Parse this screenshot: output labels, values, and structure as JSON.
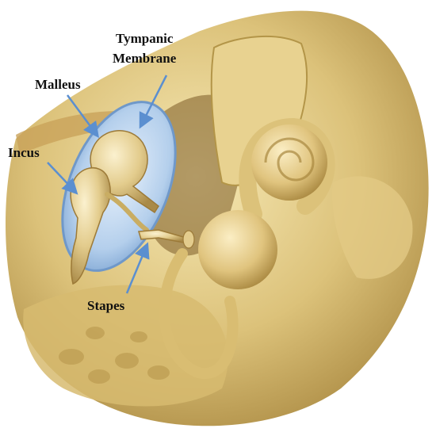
{
  "labels": {
    "tympanic_line1": "Tympanic",
    "tympanic_line2": "Membrane",
    "malleus": "Malleus",
    "incus": "Incus",
    "stapes": "Stapes"
  },
  "colors": {
    "bone_light": "#f3e2a6",
    "bone_mid": "#d9bd72",
    "bone_dark": "#9c7a38",
    "membrane": "#a9c8e8",
    "membrane_edge": "#6f98c9",
    "arrow": "#5b8fd0"
  }
}
